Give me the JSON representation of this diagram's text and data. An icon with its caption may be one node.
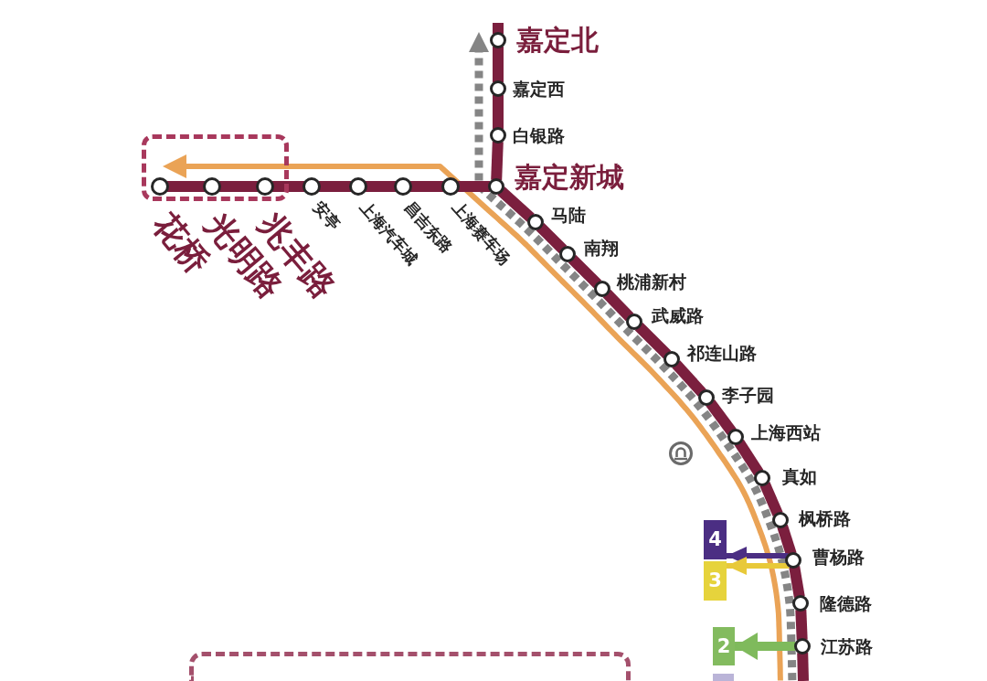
{
  "diagram": {
    "nodes": [
      {
        "text": [
          "嘉定北"
        ]
      },
      {
        "text": [
          "嘉定西"
        ]
      },
      {
        "text": [
          "白银路"
        ]
      },
      {
        "text": [],
        "shape": "box"
      },
      {
        "text": [
          "花桥"
        ],
        "in": 3
      },
      {
        "text": [
          "光明路"
        ],
        "in": 3
      },
      {
        "text": [
          "兆丰路"
        ],
        "in": 3
      },
      {
        "text": [
          "安亭"
        ]
      },
      {
        "text": [
          "上海汽车城"
        ]
      },
      {
        "text": [
          "昌吉东路"
        ]
      },
      {
        "text": [
          "上海赛车场"
        ]
      },
      {
        "text": [
          "嘉定新城"
        ]
      },
      {
        "text": [
          "马陆"
        ]
      },
      {
        "text": [
          "南翔"
        ]
      },
      {
        "text": [
          "桃浦新村"
        ]
      },
      {
        "text": [
          "武威路"
        ]
      },
      {
        "text": [
          "祁连山路"
        ]
      },
      {
        "text": [
          "李子园"
        ]
      },
      {
        "text": [
          "上海西站"
        ]
      },
      {
        "text": [
          "真如"
        ]
      },
      {
        "text": [
          "枫桥路"
        ]
      },
      {
        "text": [
          "4"
        ]
      },
      {
        "text": [
          "曹杨路"
        ]
      },
      {
        "text": [
          "3"
        ]
      },
      {
        "text": [
          "隆德路"
        ]
      },
      {
        "text": [
          "2"
        ]
      },
      {
        "text": [
          "江苏路"
        ]
      },
      {
        "text": [],
        "shape": "box"
      },
      {
        "text": [],
        "shape": "box"
      }
    ],
    "edges": [
      {
        "from": null,
        "to": 0,
        "arrow": "none"
      },
      {
        "from": 0,
        "to": 1,
        "arrow": "none"
      },
      {
        "from": 1,
        "to": 2,
        "arrow": "none"
      },
      {
        "from": 2,
        "to": 11,
        "arrow": "none"
      },
      {
        "from": 4,
        "to": 5,
        "arrow": "none"
      },
      {
        "from": 5,
        "to": 6,
        "arrow": "none"
      },
      {
        "from": 6,
        "to": 7,
        "arrow": "none"
      },
      {
        "from": 7,
        "to": 8,
        "arrow": "none"
      },
      {
        "from": 8,
        "to": 9,
        "arrow": "none"
      },
      {
        "from": 9,
        "to": 10,
        "arrow": "none"
      },
      {
        "from": 10,
        "to": 11,
        "arrow": "none"
      },
      {
        "from": 11,
        "to": 12,
        "arrow": "none"
      },
      {
        "from": 12,
        "to": 13,
        "arrow": "none"
      },
      {
        "from": 13,
        "to": 14,
        "arrow": "none"
      },
      {
        "from": 14,
        "to": 15,
        "arrow": "none"
      },
      {
        "from": 15,
        "to": 16,
        "arrow": "none"
      },
      {
        "from": 16,
        "to": 17,
        "arrow": "none"
      },
      {
        "from": 17,
        "to": 18,
        "arrow": "none"
      },
      {
        "from": 18,
        "to": 19,
        "arrow": "none"
      },
      {
        "from": 19,
        "to": 20,
        "arrow": "none"
      },
      {
        "from": 20,
        "to": 22,
        "arrow": "none"
      },
      {
        "from": 22,
        "to": 24,
        "arrow": "none"
      },
      {
        "from": 24,
        "to": 26,
        "arrow": "none"
      },
      {
        "from": 26,
        "to": null,
        "arrow": "none"
      },
      {
        "from": 22,
        "to": 21,
        "arrow": "to",
        "color": "#4b2e83"
      },
      {
        "from": 22,
        "to": 23,
        "arrow": "to",
        "color": "#e8c93a"
      },
      {
        "from": 26,
        "to": 25,
        "arrow": "to",
        "color": "#7fba5c"
      },
      {
        "from": null,
        "to": 0,
        "arrow": "to",
        "style": "dashed",
        "color": "#858585"
      },
      {
        "from": null,
        "to": 4,
        "arrow": "to",
        "color": "#eaa356"
      }
    ]
  }
}
